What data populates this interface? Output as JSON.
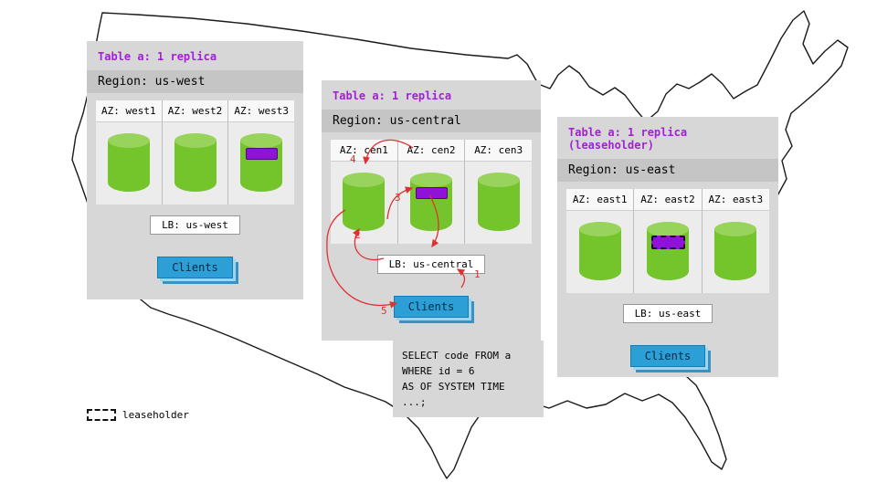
{
  "colors": {
    "panel_bg": "#d7d7d7",
    "region_bar": "#c5c5c5",
    "cylinder_green": "#74c42c",
    "replica_purple": "#9012d8",
    "clients_blue": "#2b9fd6",
    "arrow_red": "#e03131",
    "table_label_purple": "#a21fd6"
  },
  "regions": [
    {
      "table_label": "Table a: 1 replica",
      "region_label": "Region: us-west",
      "azs": [
        {
          "label": "AZ: west1",
          "replica": false,
          "leaseholder": false
        },
        {
          "label": "AZ: west2",
          "replica": false,
          "leaseholder": false
        },
        {
          "label": "AZ: west3",
          "replica": true,
          "leaseholder": false
        }
      ],
      "lb_label": "LB: us-west",
      "clients_label": "Clients"
    },
    {
      "table_label": "Table a: 1 replica",
      "region_label": "Region: us-central",
      "azs": [
        {
          "label": "AZ: cen1",
          "replica": false,
          "leaseholder": false
        },
        {
          "label": "AZ: cen2",
          "replica": true,
          "leaseholder": false
        },
        {
          "label": "AZ: cen3",
          "replica": false,
          "leaseholder": false
        }
      ],
      "lb_label": "LB: us-central",
      "clients_label": "Clients"
    },
    {
      "table_label": "Table a: 1 replica (leaseholder)",
      "region_label": "Region: us-east",
      "azs": [
        {
          "label": "AZ: east1",
          "replica": false,
          "leaseholder": false
        },
        {
          "label": "AZ: east2",
          "replica": true,
          "leaseholder": true
        },
        {
          "label": "AZ: east3",
          "replica": false,
          "leaseholder": false
        }
      ],
      "lb_label": "LB: us-east",
      "clients_label": "Clients"
    }
  ],
  "sql_query": {
    "line1": "SELECT code FROM a",
    "line2": "WHERE id = 6",
    "line3": "AS OF SYSTEM TIME ...;"
  },
  "flow_steps": {
    "s1": "1",
    "s2": "2",
    "s3": "3",
    "s4": "4",
    "s5": "5"
  },
  "legend": {
    "label": "leaseholder"
  }
}
